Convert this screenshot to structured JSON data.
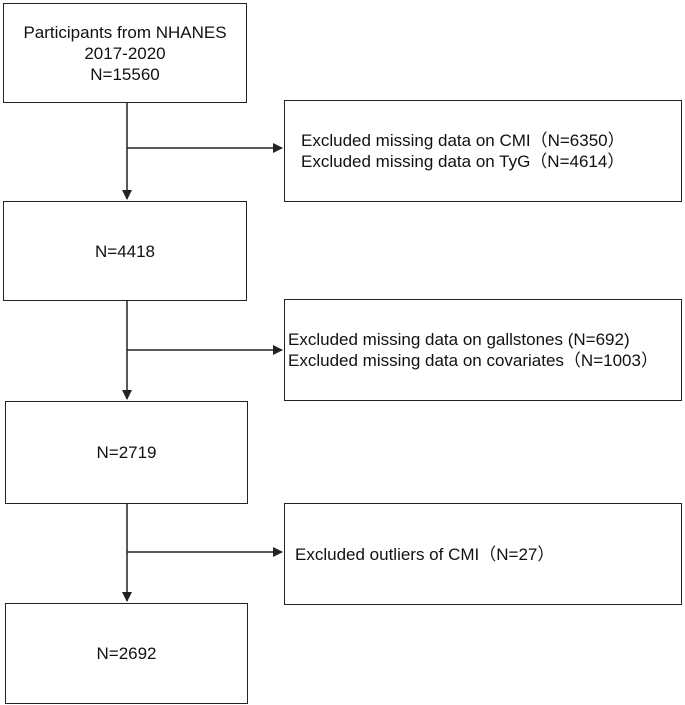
{
  "boxes": {
    "start": {
      "lines": [
        "Participants from NHANES",
        "2017-2020",
        "N=15560"
      ]
    },
    "step2": {
      "label": "N=4418"
    },
    "step3": {
      "label": "N=2719"
    },
    "final": {
      "label": "N=2692"
    }
  },
  "exclusions": {
    "ex1": {
      "lines": [
        "Excluded missing data on CMI（N=6350）",
        "Excluded missing data on TyG（N=4614）"
      ]
    },
    "ex2": {
      "lines": [
        "Excluded missing data on gallstones (N=692)",
        "Excluded missing data on covariates（N=1003）"
      ]
    },
    "ex3": {
      "lines": [
        "Excluded outliers of CMI（N=27）"
      ]
    }
  }
}
